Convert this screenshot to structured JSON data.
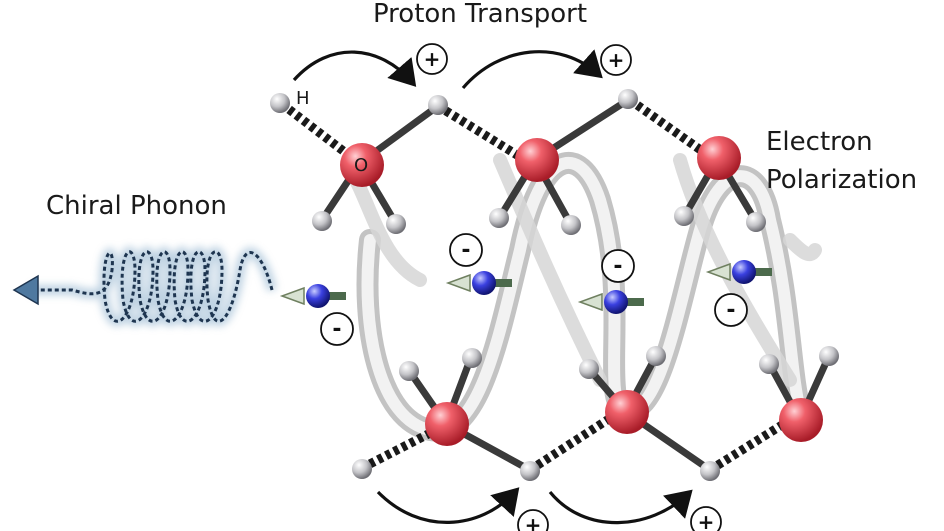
{
  "labels": {
    "proton_transport": "Proton Transport",
    "electron_line1": "Electron",
    "electron_line2": "Polarization",
    "chiral_phonon": "Chiral Phonon",
    "hydrogen": "H",
    "oxygen": "O"
  },
  "signs": {
    "plus": "+",
    "minus": "-"
  },
  "colors": {
    "oxygen": "#e0404c",
    "hydrogen": "#c8c8cc",
    "electron": "#3a3fd6",
    "phonon": "#2a4a6a",
    "bond": "#3a3a3a"
  }
}
